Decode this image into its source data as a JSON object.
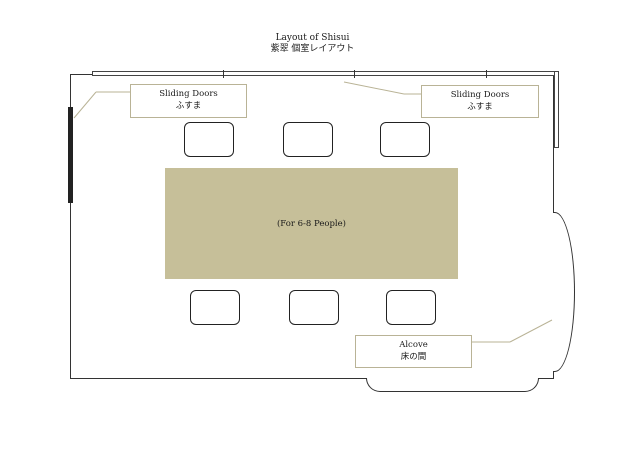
{
  "title": {
    "line1": "Layout of Shisui",
    "line2": "紫翠 個室レイアウト"
  },
  "labels": {
    "sliding_doors_left": {
      "en": "Sliding Doors",
      "jp": "ふすま"
    },
    "sliding_doors_right": {
      "en": "Sliding Doors",
      "jp": "ふすま"
    },
    "alcove": {
      "en": "Alcove",
      "jp": "床の間"
    }
  },
  "table": {
    "caption": "(For 6-8 People)",
    "color": "#c6bf99"
  },
  "chairs": {
    "top_count": 3,
    "bottom_count": 3
  },
  "colors": {
    "label_border": "#b9b396",
    "leader_line": "#b9b396",
    "fusuma": "#222222"
  }
}
